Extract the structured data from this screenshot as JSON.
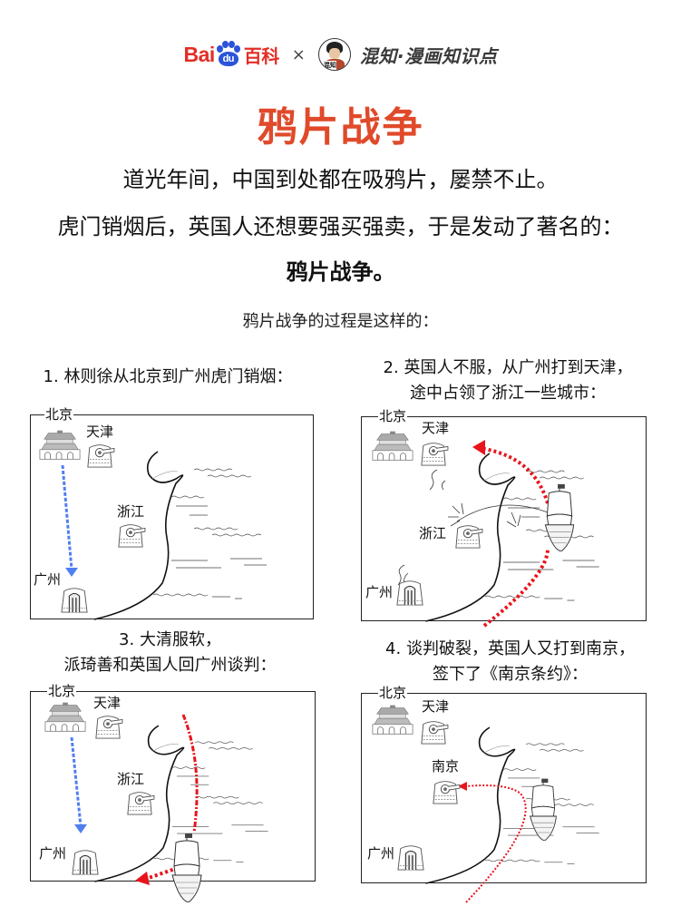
{
  "header": {
    "baidu_text_left": "Bai",
    "baidu_text_paw": "du",
    "baidu_baike": "百科",
    "times": "×",
    "avatar_tag": "混知",
    "partner": "混知·漫画知识点"
  },
  "title": "鸦片战争",
  "intro": {
    "line1": "道光年间，中国到处都在吸鸦片，屡禁不止。",
    "line2": "虎门销烟后，英国人还想要强买强卖，于是发动了著名的：",
    "line3": "鸦片战争。"
  },
  "process_intro": "鸦片战争的过程是这样的：",
  "colors": {
    "title_red": "#e04a2a",
    "baidu_red": "#e32e26",
    "baidu_blue": "#2b54d9",
    "route_blue": "#4f7ff0",
    "route_red": "#e8141c"
  },
  "steps": [
    {
      "caption_line1": "1. 林则徐从北京到广州虎门销烟：",
      "caption_line2": "",
      "labels": {
        "beijing": "北京",
        "tianjin": "天津",
        "zhejiang": "浙江",
        "guangzhou": "广州"
      },
      "route": "blue-beijing-to-guangzhou"
    },
    {
      "caption_line1": "2. 英国人不服，从广州打到天津，",
      "caption_line2": "途中占领了浙江一些城市：",
      "labels": {
        "beijing": "北京",
        "tianjin": "天津",
        "zhejiang": "浙江",
        "guangzhou": "广州"
      },
      "route": "red-guangzhou-to-tianjin"
    },
    {
      "caption_line1": "3. 大清服软，",
      "caption_line2": "派琦善和英国人回广州谈判：",
      "labels": {
        "beijing": "北京",
        "tianjin": "天津",
        "zhejiang": "浙江",
        "guangzhou": "广州"
      },
      "route": "blue-and-red-to-guangzhou"
    },
    {
      "caption_line1": "4. 谈判破裂，英国人又打到南京，",
      "caption_line2": "签下了《南京条约》：",
      "labels": {
        "beijing": "北京",
        "tianjin": "天津",
        "nanjing": "南京",
        "guangzhou": "广州"
      },
      "route": "red-to-nanjing"
    }
  ]
}
